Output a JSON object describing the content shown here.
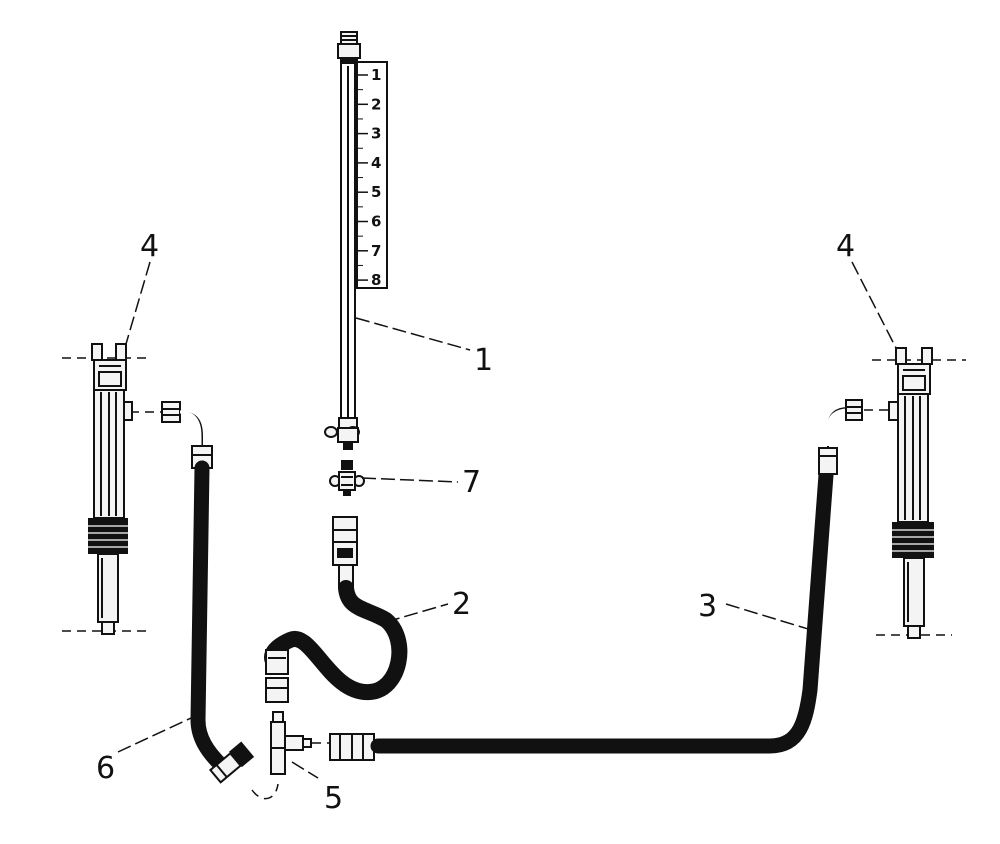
{
  "callouts": {
    "gauge_tube": "1",
    "hose_center": "2",
    "hose_right": "3",
    "injector_left": "4",
    "injector_right": "4",
    "tee_fitting": "5",
    "hose_left": "6",
    "adapter_fitting": "7"
  },
  "scale": {
    "marks": [
      "1",
      "2",
      "3",
      "4",
      "5",
      "6",
      "7",
      "8"
    ]
  },
  "colors": {
    "ink": "#111111",
    "paper": "#ffffff"
  }
}
